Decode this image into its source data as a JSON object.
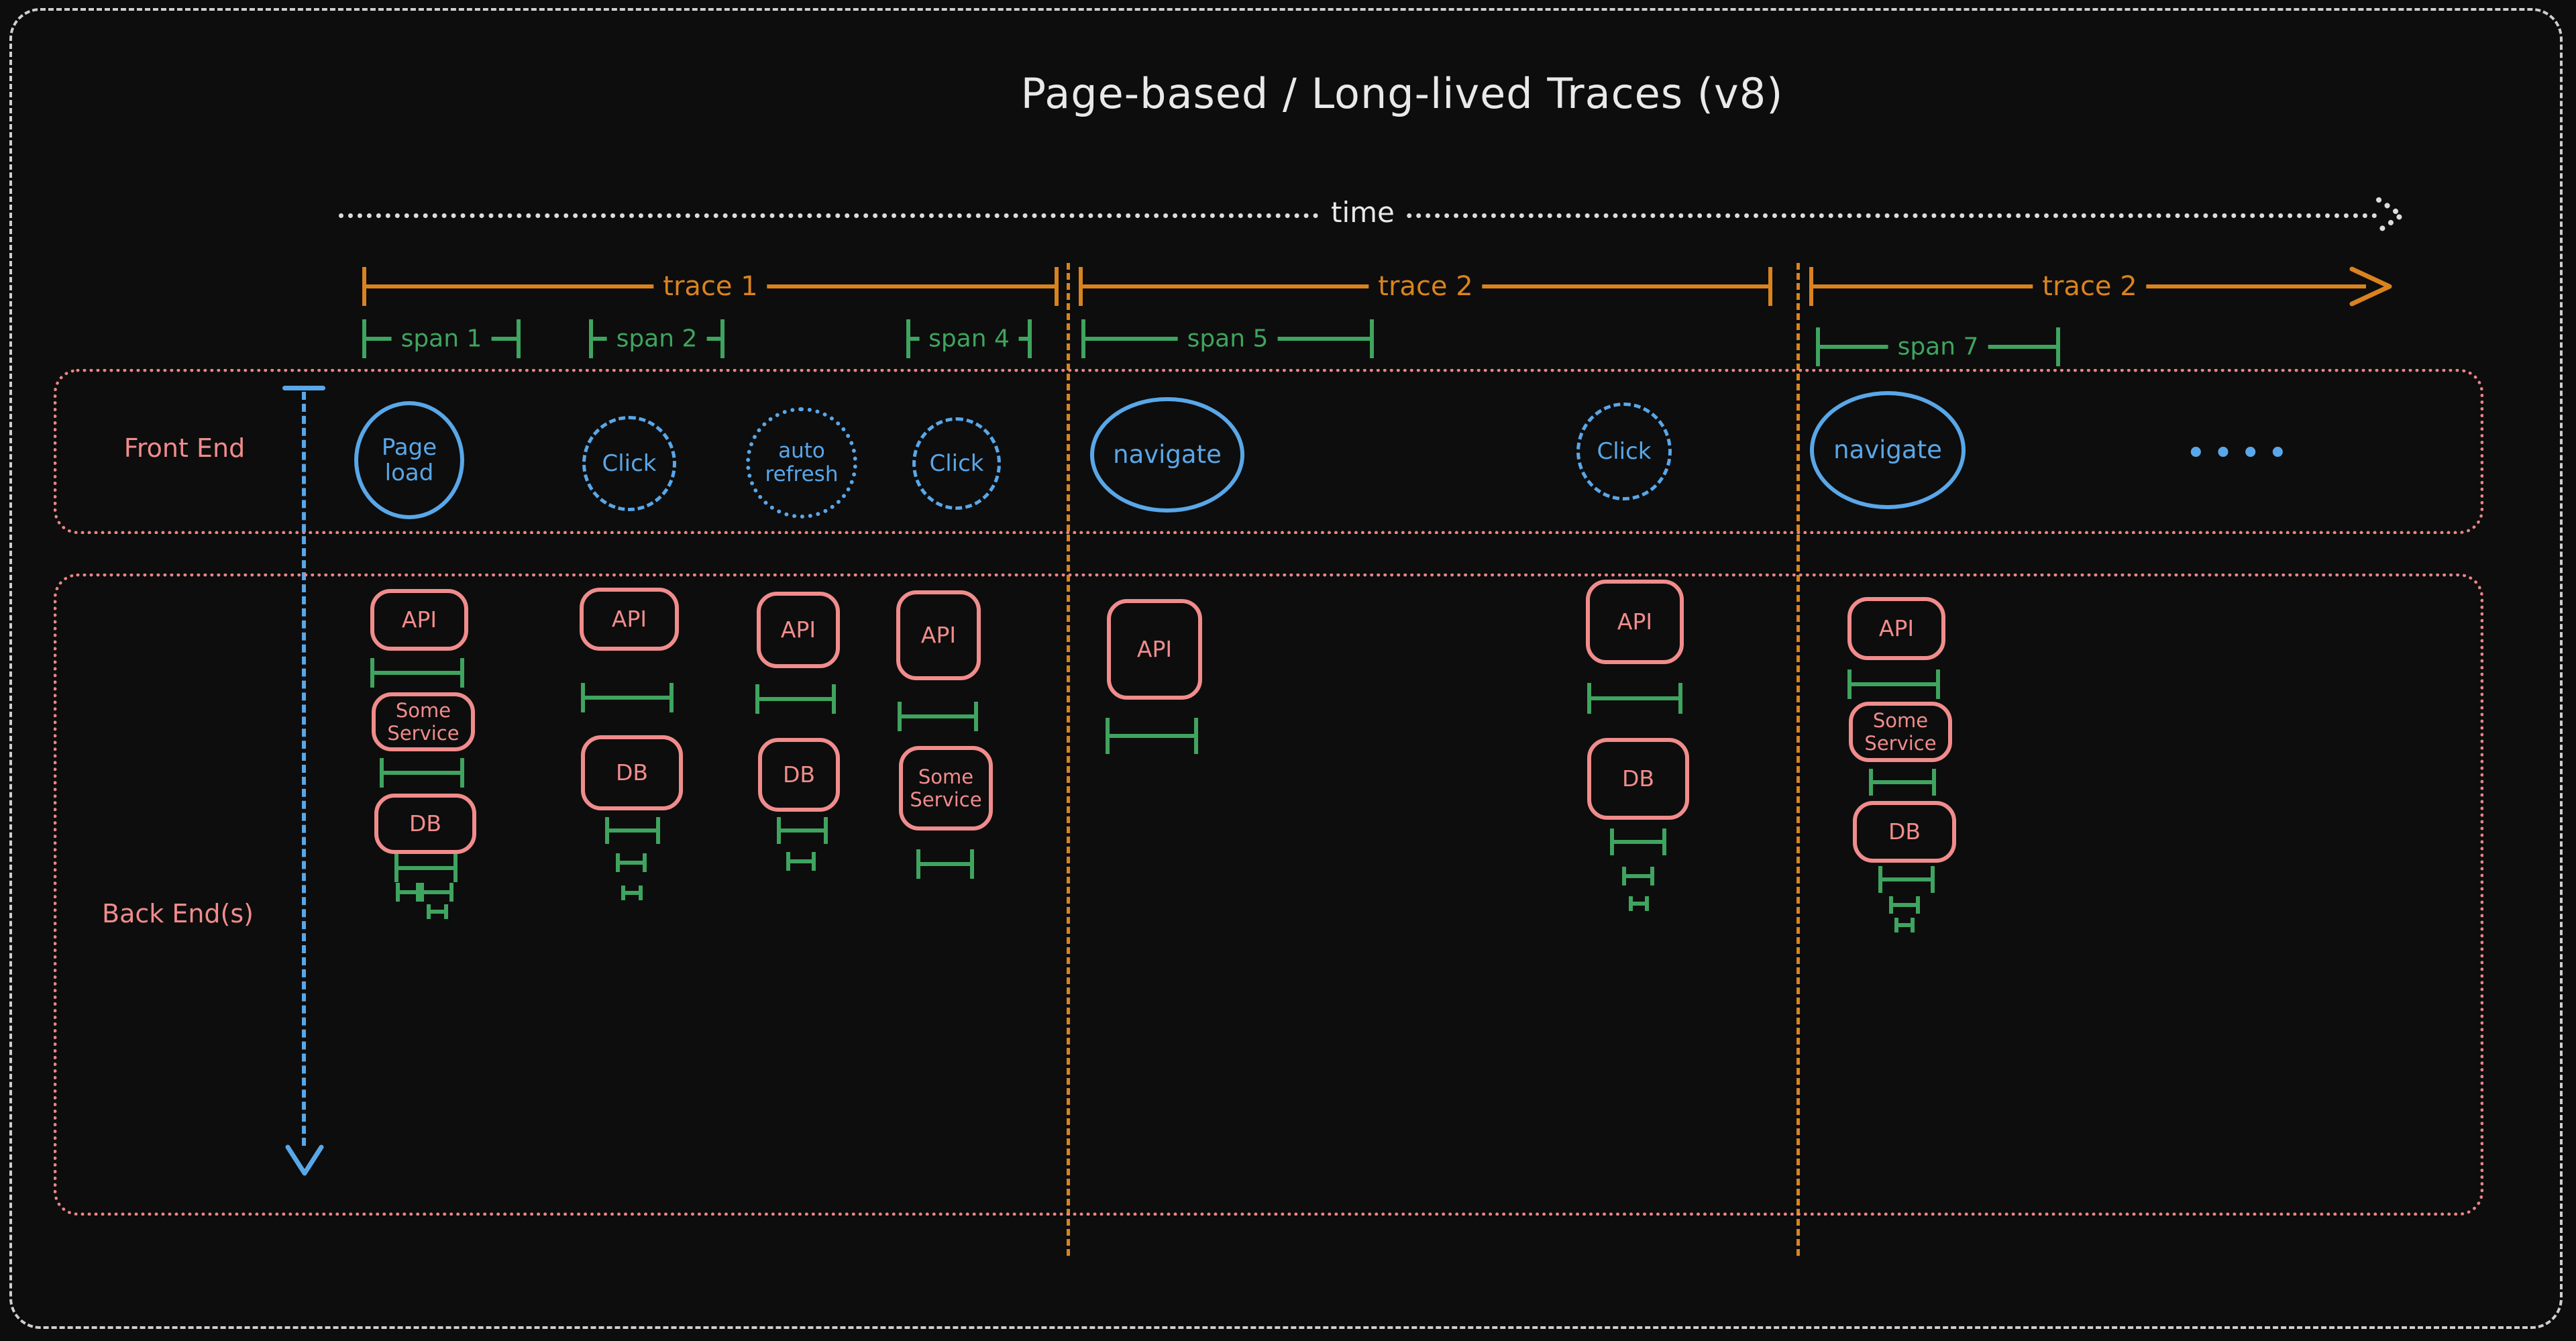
{
  "palette": {
    "background": "#0d0d0d",
    "frame_stroke": "#cfcfcf",
    "time_stroke": "#dcdcdc",
    "trace_orange": "#d9831f",
    "span_green": "#3fa45f",
    "lane_salmon": "#f18c8c",
    "event_blue": "#59a7e8"
  },
  "title": "Page-based / Long-lived Traces (v8)",
  "timeline": {
    "label": "time"
  },
  "traces": [
    {
      "label": "trace 1"
    },
    {
      "label": "trace 2"
    },
    {
      "label": "trace 2"
    }
  ],
  "spans": [
    {
      "label": "span 1"
    },
    {
      "label": "span 2"
    },
    {
      "label": "span 4"
    },
    {
      "label": "span 5"
    },
    {
      "label": "span 7"
    }
  ],
  "lanes": {
    "frontend": {
      "label": "Front End"
    },
    "backend": {
      "label": "Back End(s)"
    }
  },
  "events": [
    {
      "label": "Page load",
      "style": "solid"
    },
    {
      "label": "Click",
      "style": "dashed"
    },
    {
      "label": "auto refresh",
      "style": "dotted"
    },
    {
      "label": "Click",
      "style": "dashed"
    },
    {
      "label": "navigate",
      "style": "solid"
    },
    {
      "label": "Click",
      "style": "dashed"
    },
    {
      "label": "navigate",
      "style": "solid"
    }
  ],
  "ellipsis": "••••",
  "backend": {
    "columns": [
      {
        "boxes": [
          "API",
          "Some Service",
          "DB"
        ]
      },
      {
        "boxes": [
          "API",
          "DB"
        ]
      },
      {
        "boxes": [
          "API",
          "DB"
        ]
      },
      {
        "boxes": [
          "API",
          "Some Service"
        ]
      },
      {
        "boxes": [
          "API"
        ]
      },
      {
        "boxes": [
          "API",
          "DB"
        ]
      },
      {
        "boxes": [
          "API",
          "Some Service",
          "DB"
        ]
      }
    ]
  }
}
